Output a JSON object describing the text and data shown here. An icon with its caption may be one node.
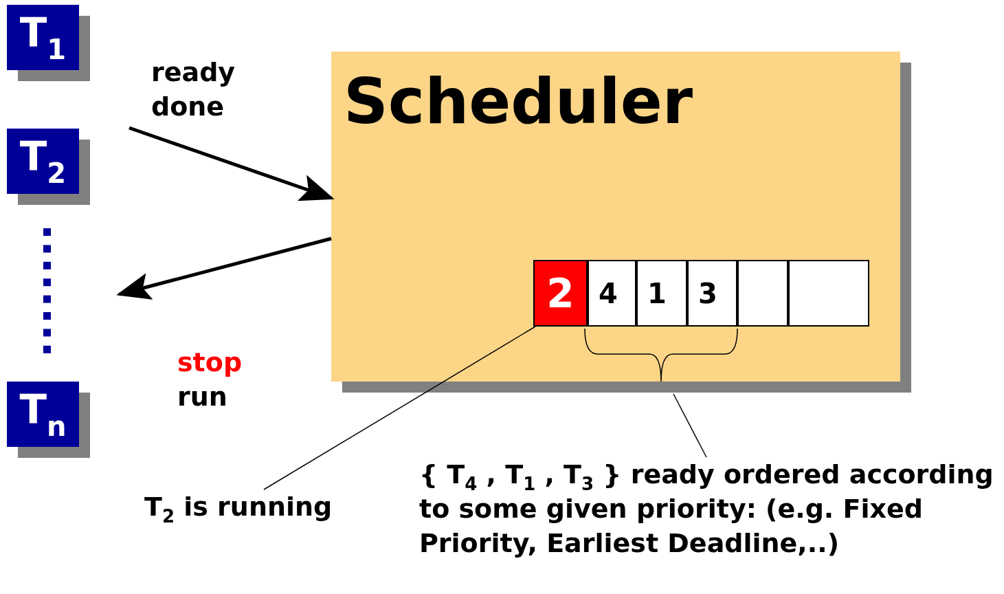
{
  "diagram": {
    "nodes": [
      {
        "text": [
          "T$_{1}$"
        ]
      },
      {
        "text": [
          "T$_{2}$"
        ]
      },
      {
        "text": [
          "T$_{n}$"
        ]
      },
      {
        "text": [
          "Scheduler"
        ]
      },
      {
        "text": [
          "2"
        ],
        "in": 3
      },
      {
        "text": [
          "4"
        ],
        "in": 3
      },
      {
        "text": [
          "1"
        ],
        "in": 3
      },
      {
        "text": [
          "3"
        ],
        "in": 3
      },
      {
        "text": [],
        "shape": "box",
        "in": 3
      },
      {
        "text": [],
        "shape": "box",
        "in": 3
      },
      {
        "text": [
          "T$_{2}$ is running"
        ]
      },
      {
        "text": [
          "{ T$_{4}$ , T$_{1}$ , T$_{3}$ } ready ordered according to some given priority: (e.g. Fixed Priority, Earliest Deadline,..)"
        ]
      }
    ],
    "edges": [
      {
        "from": null,
        "to": 3,
        "arrow": "to",
        "style": "thick"
      },
      {
        "from": 3,
        "to": null,
        "arrow": "to",
        "style": "thick"
      },
      {
        "from": 10,
        "to": 4,
        "arrow": "none"
      },
      {
        "from": 11,
        "to": null,
        "arrow": "none"
      }
    ],
    "labels": [
      "ready",
      "done",
      "stop",
      "run"
    ]
  }
}
